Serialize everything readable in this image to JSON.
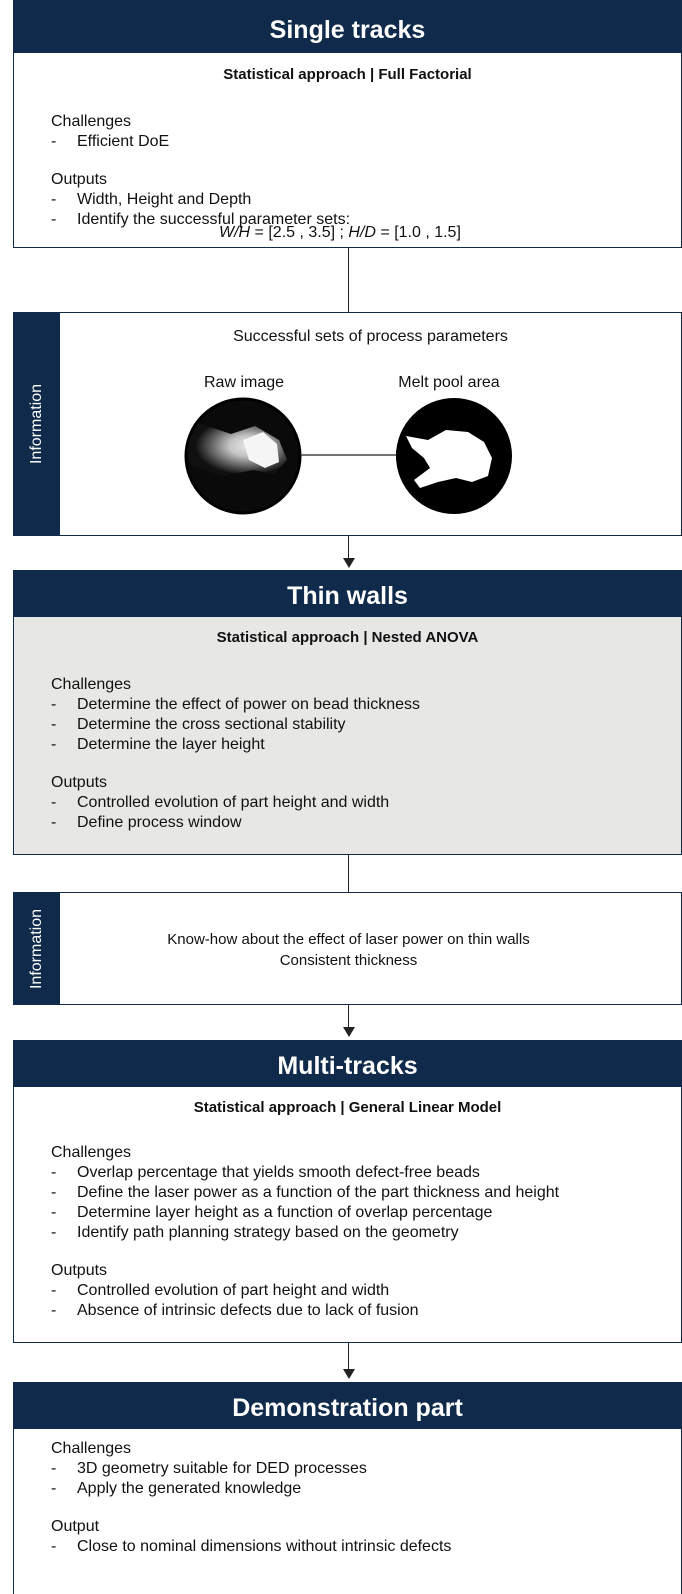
{
  "single_tracks": {
    "title": "Single tracks",
    "subtitle": "Statistical approach | Full Factorial",
    "challenges_label": "Challenges",
    "challenges": [
      "Efficient DoE"
    ],
    "outputs_label": "Outputs",
    "outputs": [
      "Width, Height and Depth",
      "Identify the successful parameter sets:"
    ],
    "ratio_wh_label": "W/H",
    "ratio_wh_value": " = [2.5 , 3.5] ; ",
    "ratio_hd_label": "H/D",
    "ratio_hd_value": " = [1.0 , 1.5]"
  },
  "info1": {
    "side_label": "Information",
    "title": "Successful sets of process parameters",
    "raw_label": "Raw image",
    "melt_label": "Melt pool area"
  },
  "thin_walls": {
    "title": "Thin walls",
    "subtitle": "Statistical approach | Nested ANOVA",
    "challenges_label": "Challenges",
    "challenges": [
      "Determine the effect of power on bead thickness",
      "Determine the cross sectional stability",
      "Determine the layer height"
    ],
    "outputs_label": "Outputs",
    "outputs": [
      "Controlled evolution of part height and width",
      "Define process window"
    ]
  },
  "info2": {
    "side_label": "Information",
    "line1": "Know-how about the effect of laser power on thin walls",
    "line2": "Consistent thickness"
  },
  "multi_tracks": {
    "title": "Multi-tracks",
    "subtitle": "Statistical approach | General Linear Model",
    "challenges_label": "Challenges",
    "challenges": [
      "Overlap percentage that yields smooth defect-free beads",
      "Define the laser power as a function of the part thickness and height",
      "Determine layer height as a function of overlap percentage",
      "Identify path planning strategy based on the geometry"
    ],
    "outputs_label": "Outputs",
    "outputs": [
      "Controlled evolution of part height and width",
      "Absence of intrinsic defects due to lack of fusion"
    ]
  },
  "demo_part": {
    "title": "Demonstration part",
    "challenges_label": "Challenges",
    "challenges": [
      "3D geometry suitable for DED processes",
      "Apply the generated knowledge"
    ],
    "outputs_label": "Output",
    "outputs": [
      "Close to nominal dimensions without intrinsic defects"
    ]
  },
  "colors": {
    "navy": "#0f2a4a",
    "grey_panel": "#e7e8e5"
  }
}
